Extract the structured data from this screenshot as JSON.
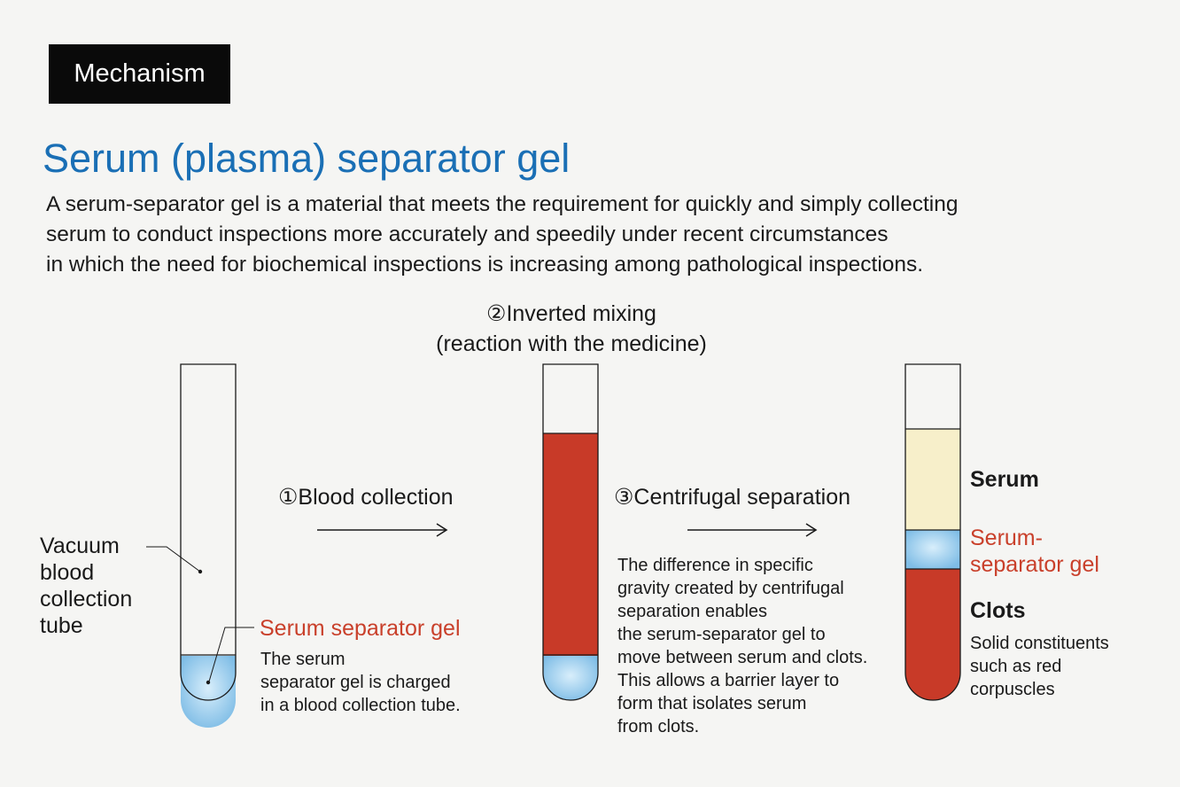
{
  "badge": "Mechanism",
  "title": "Serum (plasma) separator gel",
  "intro_lines": [
    "A serum-separator gel is a material that meets the requirement for quickly and simply collecting",
    "serum to conduct inspections more accurately and speedily under recent circumstances",
    "in which the need for biochemical inspections is increasing among pathological inspections."
  ],
  "steps": {
    "step1": "①Blood collection",
    "step2_line1": "②Inverted mixing",
    "step2_line2": "(reaction with the medicine)",
    "step3": "③Centrifugal separation"
  },
  "tube1": {
    "vacuum_label": [
      "Vacuum",
      "blood",
      "collection",
      "tube"
    ],
    "gel_label": "Serum separator gel",
    "gel_desc": [
      "The serum",
      "separator gel is charged",
      "in a blood collection tube."
    ]
  },
  "tube2": {
    "desc": [
      "The difference in specific",
      "gravity created by centrifugal",
      "separation enables",
      "the serum-separator gel to",
      "move between serum and clots.",
      "This allows a barrier layer to",
      "form that isolates serum",
      "from clots."
    ]
  },
  "tube3": {
    "serum_label": "Serum",
    "gel_label": [
      "Serum-",
      "separator gel"
    ],
    "clots_label": "Clots",
    "clots_desc": [
      "Solid constituents",
      "such as red",
      "corpuscles"
    ]
  },
  "colors": {
    "title_blue": "#1a6fb5",
    "label_red": "#c9402b",
    "blood": "#c83a28",
    "serum": "#f7efca",
    "gel": "#8ec7ec"
  }
}
